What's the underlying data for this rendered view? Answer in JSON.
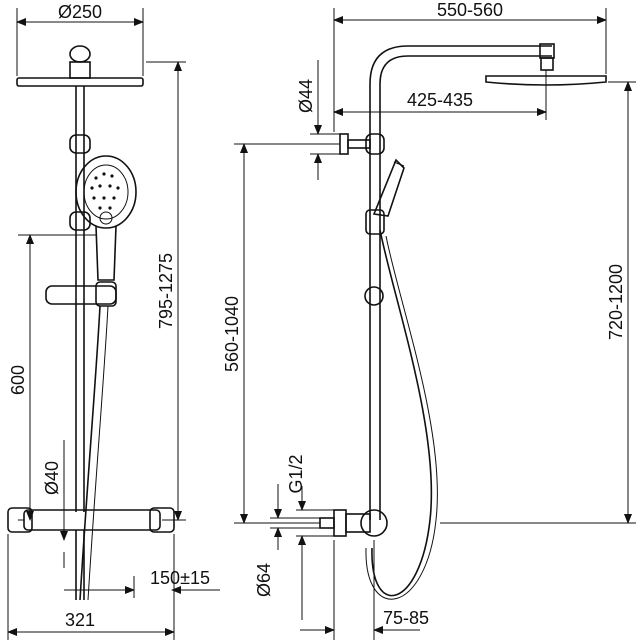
{
  "diagram": {
    "left_view": {
      "shower_head_diameter": "Ø250",
      "riser_height": "795-1275",
      "handshower_holder_height": "600",
      "valve_body_diameter": "Ø40",
      "wall_distance": "150±15",
      "overall_width": "321"
    },
    "right_view": {
      "arm_length": "550-560",
      "wall_bracket_diameter": "Ø44",
      "bracket_to_head": "425-435",
      "bracket_height": "560-1040",
      "head_height": "720-1200",
      "connection_thread": "G1/2",
      "escutcheon_diameter": "Ø64",
      "projection": "75-85"
    }
  }
}
